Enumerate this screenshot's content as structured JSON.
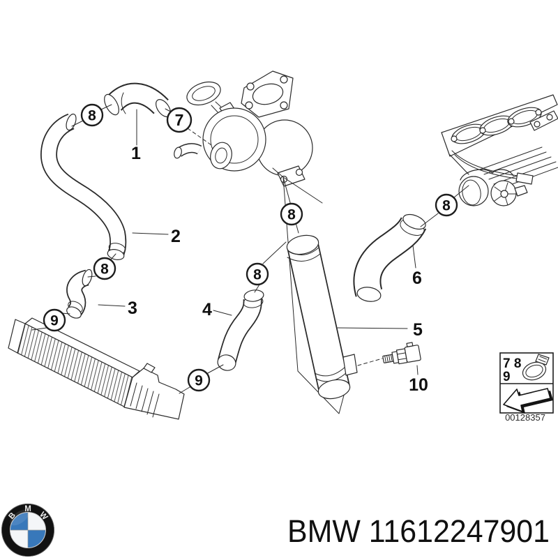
{
  "diagram": {
    "part_labels": {
      "p1": "1",
      "p2": "2",
      "p3": "3",
      "p4": "4",
      "p5": "5",
      "p6": "6",
      "p10": "10"
    },
    "clamp_callouts": {
      "c7": "7",
      "c8": "8",
      "c9": "9"
    },
    "legend": {
      "row1": "7 8",
      "row2": "9",
      "image_number": "00128357"
    }
  },
  "footer": {
    "label": "BMW 11612247901",
    "logo_letters": [
      "B",
      "M",
      "W"
    ]
  },
  "colors": {
    "line": "#2a2a2a",
    "logo_blue": "#3878ba",
    "logo_white": "#f4f6f8",
    "logo_ring": "#121212"
  }
}
